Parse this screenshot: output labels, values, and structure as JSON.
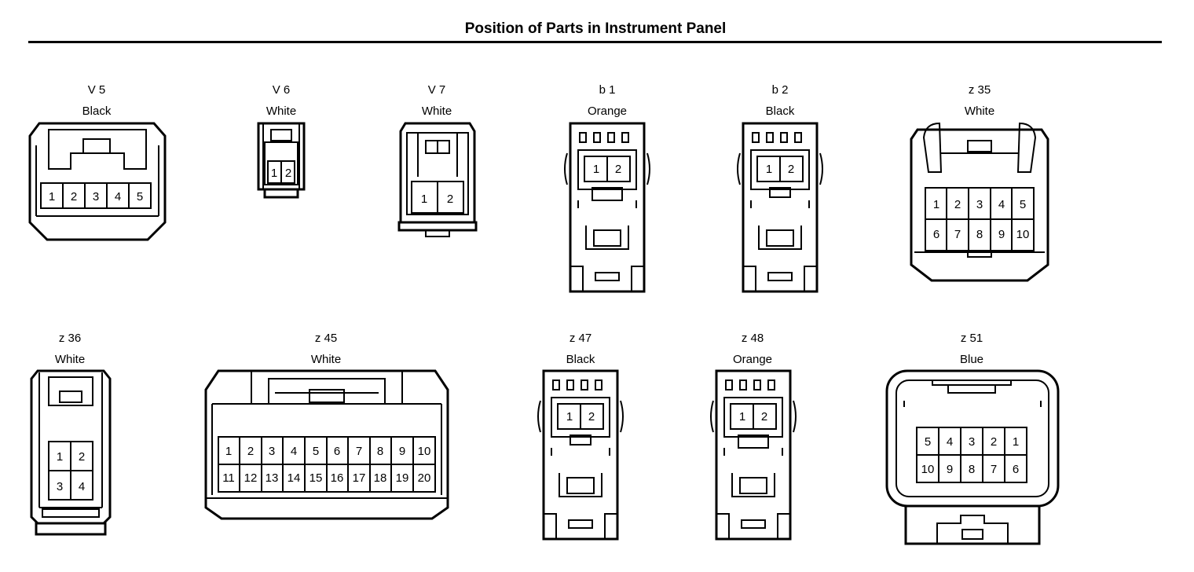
{
  "title": "Position of Parts in Instrument Panel",
  "connectors": [
    {
      "id": "V 5",
      "color": "Black",
      "pins": [
        "1",
        "2",
        "3",
        "4",
        "5"
      ]
    },
    {
      "id": "V 6",
      "color": "White",
      "pins": [
        "1",
        "2"
      ]
    },
    {
      "id": "V 7",
      "color": "White",
      "pins": [
        "1",
        "2"
      ]
    },
    {
      "id": "b 1",
      "color": "Orange",
      "pins": [
        "1",
        "2"
      ]
    },
    {
      "id": "b 2",
      "color": "Black",
      "pins": [
        "1",
        "2"
      ]
    },
    {
      "id": "z 35",
      "color": "White",
      "pins": [
        "1",
        "2",
        "3",
        "4",
        "5",
        "6",
        "7",
        "8",
        "9",
        "10"
      ]
    },
    {
      "id": "z 36",
      "color": "White",
      "pins": [
        "1",
        "2",
        "3",
        "4"
      ]
    },
    {
      "id": "z 45",
      "color": "White",
      "pins": [
        "1",
        "2",
        "3",
        "4",
        "5",
        "6",
        "7",
        "8",
        "9",
        "10",
        "11",
        "12",
        "13",
        "14",
        "15",
        "16",
        "17",
        "18",
        "19",
        "20"
      ]
    },
    {
      "id": "z 47",
      "color": "Black",
      "pins": [
        "1",
        "2"
      ]
    },
    {
      "id": "z 48",
      "color": "Orange",
      "pins": [
        "1",
        "2"
      ]
    },
    {
      "id": "z 51",
      "color": "Blue",
      "pins": [
        "5",
        "4",
        "3",
        "2",
        "1",
        "10",
        "9",
        "8",
        "7",
        "6"
      ]
    }
  ]
}
